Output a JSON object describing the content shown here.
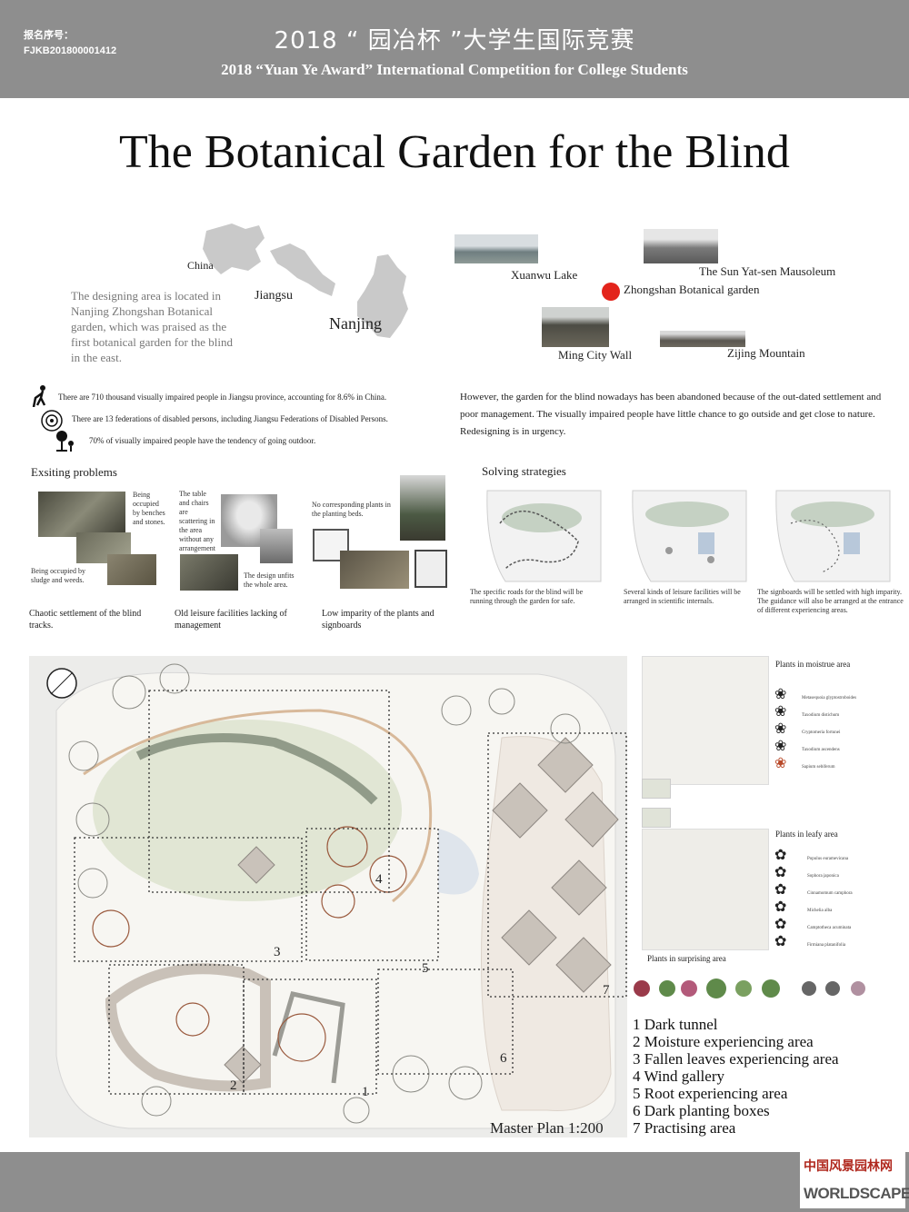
{
  "header": {
    "reg_label": "报名序号：",
    "reg_number": "FJKB201800001412",
    "competition_cn": "2018 “ 园冶杯 ”大学生国际竞赛",
    "competition_en": "2018 “Yuan Ye Award” International Competition for College Students"
  },
  "title": "The Botanical Garden for the Blind",
  "location": {
    "china": "China",
    "jiangsu": "Jiangsu",
    "nanjing": "Nanjing",
    "description": "The designing area is located in Nanjing Zhongshan Botanical garden, which was praised as the first botanical garden for the blind in the east."
  },
  "landmarks": {
    "xuanwu": "Xuanwu Lake",
    "mausoleum": "The Sun Yat-sen Mausoleum",
    "botanical": "Zhongshan Botanical garden",
    "wall": "Ming City Wall",
    "mountain": "Zijing Mountain"
  },
  "facts": [
    {
      "text": "There are 710 thousand visually impaired people in Jiangsu province, accounting for 8.6% in China.",
      "icon": "blind-person-icon"
    },
    {
      "text": "There are 13 federations of disabled persons, including Jiangsu Federations of Disabled Persons.",
      "icon": "federation-emblem-icon"
    },
    {
      "text": "70% of visually impaired people have the tendency of going outdoor.",
      "icon": "outdoor-icon"
    }
  ],
  "intro_text": "However, the garden for the blind nowadays has been abandoned because of the out-dated settlement and poor management. The visually impaired people have little chance to go outside and get close to nature. Redesigning is in urgency.",
  "problems": {
    "title": "Exsiting problems",
    "notes": {
      "benches": "Being occupied by benches and stones.",
      "sludge": "Being occupied by sludge and weeds.",
      "table": "The table and chairs are scattering in the area without any arrangement",
      "unfit": "The design unfits the whole area.",
      "plants": "No corresponding plants in the planting beds."
    },
    "captions": [
      "Chaotic settlement of the blind tracks.",
      "Old leisure facilities lacking of management",
      "Low imparity of the plants and signboards"
    ]
  },
  "strategies": {
    "title": "Solving strategies",
    "captions": [
      "The specific roads for the blind will be running through the garden for safe.",
      "Several kinds of leisure facilities will be arranged in scientific internals.",
      "The signboards will be settled with high imparity. The guidance will also be arranged at the entrance of different experiencing areas."
    ]
  },
  "plan": {
    "caption": "Master Plan 1:200",
    "area_numbers": [
      "1",
      "2",
      "3",
      "4",
      "5",
      "6",
      "7"
    ],
    "legend": [
      "1 Dark tunnel",
      "2 Moisture experiencing area",
      "3 Fallen leaves experiencing area",
      "4 Wind gallery",
      "5 Root experiencing area",
      "6 Dark planting boxes",
      "7 Practising area"
    ]
  },
  "plants": {
    "moisture_title": "Plants in moistrue area",
    "moisture": [
      "Metasequoia glyptostroboides",
      "Taxodium distichum",
      "Cryptomeria fortunei",
      "Taxodium ascendens",
      "Sapium sebiferum"
    ],
    "leafy_title": "Plants in leafy area",
    "leafy": [
      "Populus euramevicana",
      "Sophora japonica",
      "Cinnamomum camphora",
      "Michelia alba",
      "Camptotheca acuminata",
      "Firmiana platanifolia"
    ],
    "surprising_title": "Plants in surprising area"
  },
  "footer": {
    "logo_cn": "中国风景园林网",
    "logo_en": "WORLDSCAPE"
  }
}
